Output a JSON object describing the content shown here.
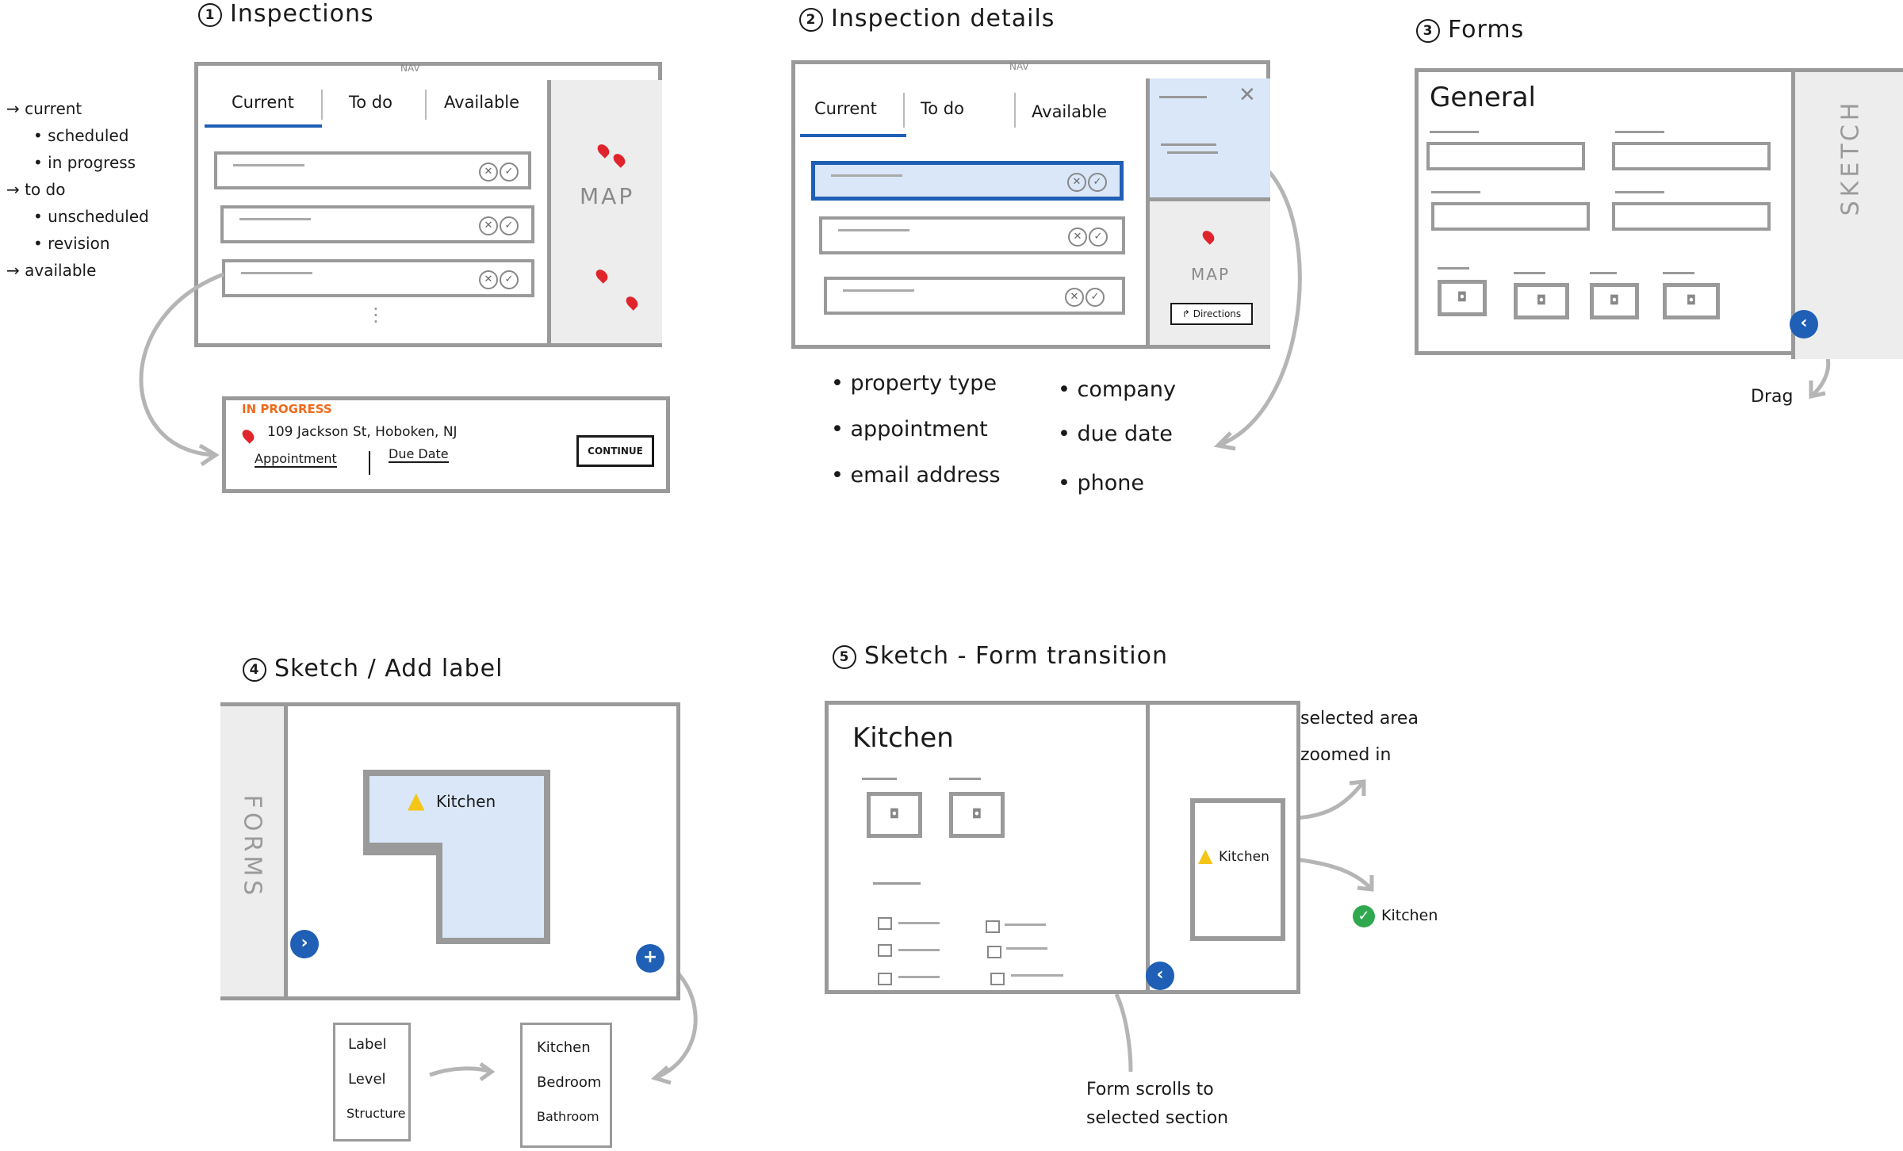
{
  "s1": {
    "num": "1",
    "title": "Inspections",
    "nav": "NAV",
    "tabs": [
      "Current",
      "To do",
      "Available"
    ],
    "map": "MAP",
    "more": "⋮",
    "status": "IN PROGRESS",
    "address": "109 Jackson St, Hoboken, NJ",
    "appointment": "Appointment",
    "due_date": "Due Date",
    "continue": "CONTINUE",
    "legend": [
      "→ current",
      "• scheduled",
      "• in progress",
      "→ to do",
      "• unscheduled",
      "• revision",
      "→ available"
    ]
  },
  "s2": {
    "num": "2",
    "title": "Inspection details",
    "nav": "NAV",
    "tabs": [
      "Current",
      "To do",
      "Available"
    ],
    "close": "✕",
    "map": "MAP",
    "directions": "↱ Directions",
    "bullets_left": [
      "• property type",
      "• appointment",
      "• email address"
    ],
    "bullets_right": [
      "• company",
      "• due date",
      "• phone"
    ]
  },
  "s3": {
    "num": "3",
    "title": "Forms",
    "heading": "General",
    "sketch": "SKETCH",
    "drag": "Drag"
  },
  "s4": {
    "num": "4",
    "title": "Sketch / Add label",
    "forms": "FORMS",
    "room": "Kitchen",
    "menu1": [
      "Label",
      "Level",
      "Structure"
    ],
    "menu2": [
      "Kitchen",
      "Bedroom",
      "Bathroom"
    ]
  },
  "s5": {
    "num": "5",
    "title": "Sketch - Form transition",
    "heading": "Kitchen",
    "room": "Kitchen",
    "selected_note_1": "selected area",
    "selected_note_2": "zoomed in",
    "done_label": "Kitchen",
    "scroll_note_1": "Form scrolls to",
    "scroll_note_2": "selected section"
  },
  "colors": {
    "frame": "#9a9a9a",
    "accent_blue": "#1f5fb5",
    "highlight": "#d9e7f8",
    "pin_red": "#e0242c",
    "warning": "#f5c518",
    "ok_green": "#2fa84f",
    "status_orange": "#f06a1c"
  },
  "icons": [
    "pin-icon",
    "close-icon",
    "camera-icon",
    "chevron-left-icon",
    "chevron-right-icon",
    "plus-icon",
    "warning-icon",
    "check-icon"
  ]
}
